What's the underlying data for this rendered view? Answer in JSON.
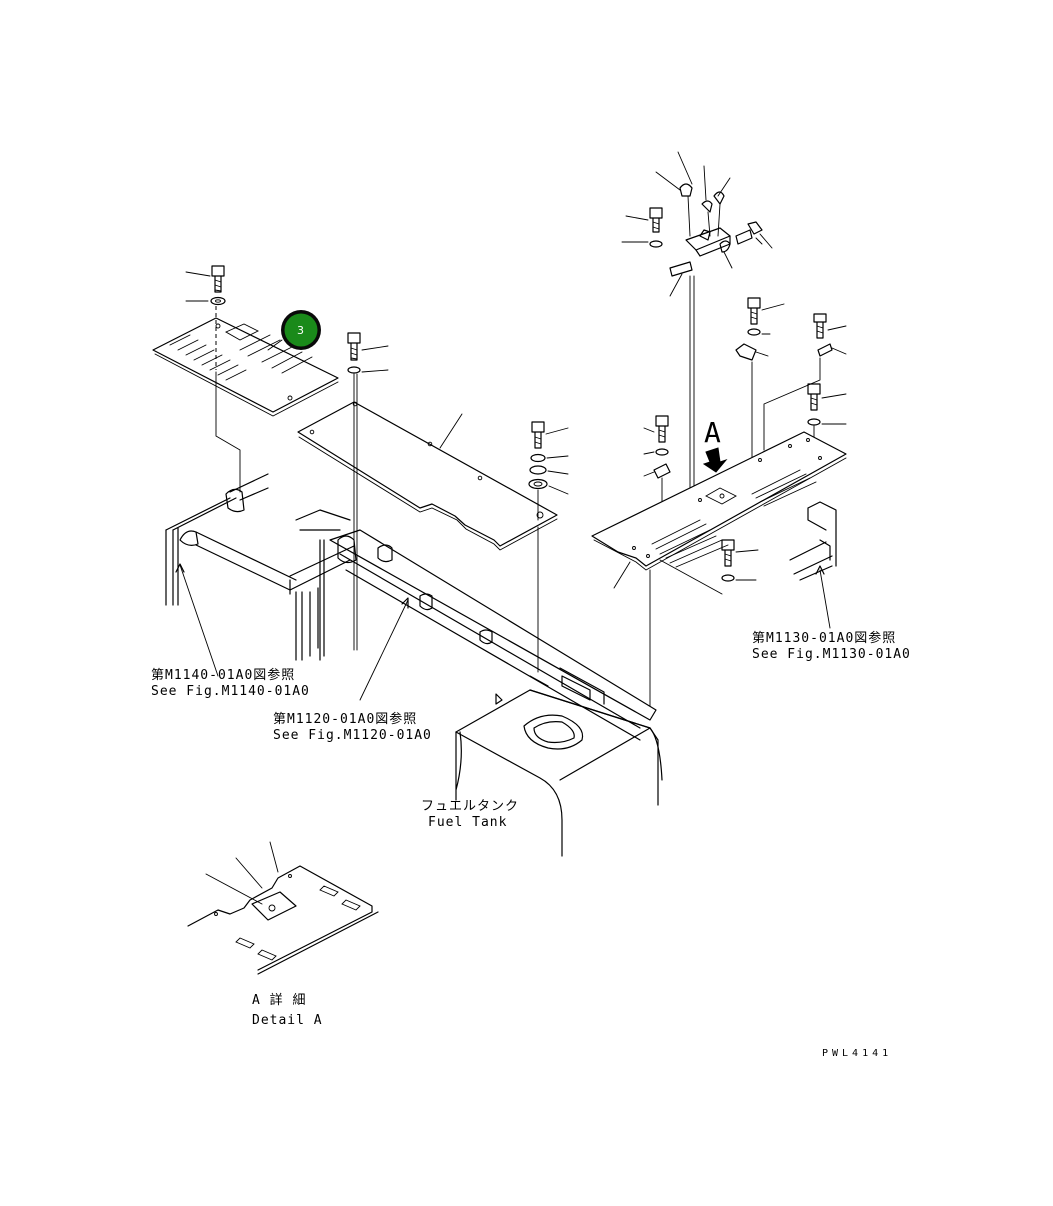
{
  "references": {
    "m1140": {
      "jp": "第M1140-01A0図参照",
      "en": "See Fig.M1140-01A0"
    },
    "m1120": {
      "jp": "第M1120-01A0図参照",
      "en": "See Fig.M1120-01A0"
    },
    "m1130": {
      "jp": "第M1130-01A0図参照",
      "en": "See Fig.M1130-01A0"
    }
  },
  "fuel_tank": {
    "jp": "フュエルタンク",
    "en": "Fuel Tank"
  },
  "view_arrow_label": "A",
  "detail": {
    "jp": "A 詳 細",
    "en": "Detail A"
  },
  "drawing_code": "PWL4141",
  "callout": {
    "number": "3",
    "color": "#1a8a1a"
  }
}
